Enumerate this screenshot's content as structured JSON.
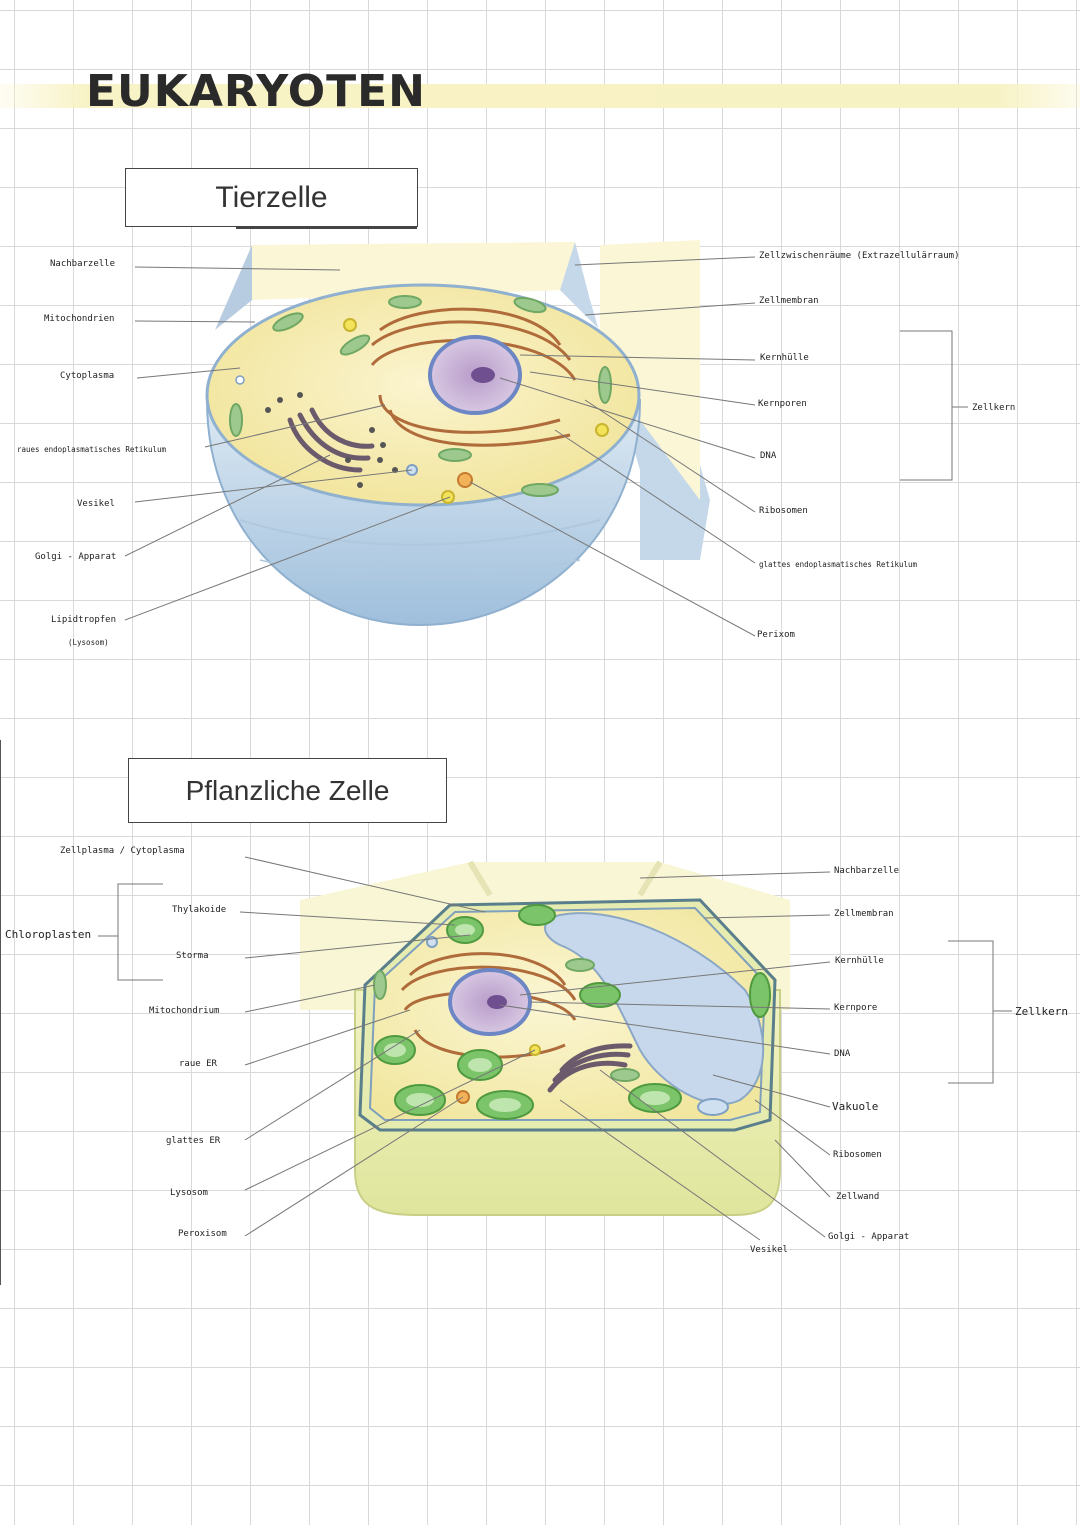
{
  "page": {
    "title": "EUKARYOTEN"
  },
  "animal_cell": {
    "heading": "Tierzelle",
    "labels_left": [
      "Nachbarzelle",
      "Mitochondrien",
      "Cytoplasma",
      "raues endoplasmatisches Retikulum",
      "Vesikel",
      "Golgi - Apparat",
      "Lipidtropfen",
      "(Lysosom)"
    ],
    "labels_right": [
      "Zellzwischenräume (Extrazellulärraum)",
      "Zellmembran",
      "Kernhülle",
      "Kernporen",
      "DNA",
      "Ribosomen",
      "glattes endoplasmatisches Retikulum",
      "Perixom"
    ],
    "bracket_label": "Zellkern"
  },
  "plant_cell": {
    "heading": "Pflanzliche Zelle",
    "labels_left": [
      "Zellplasma / Cytoplasma",
      "Thylakoide",
      "Storma",
      "Chloroplasten",
      "Mitochondrium",
      "raue ER",
      "glattes ER",
      "Lysosom",
      "Peroxisom"
    ],
    "labels_right": [
      "Nachbarzelle",
      "Zellmembran",
      "Kernhülle",
      "Kernpore",
      "DNA",
      "Vakuole",
      "Ribosomen",
      "Zellwand",
      "Golgi - Apparat",
      "Vesikel"
    ],
    "bracket_label": "Zellkern"
  }
}
